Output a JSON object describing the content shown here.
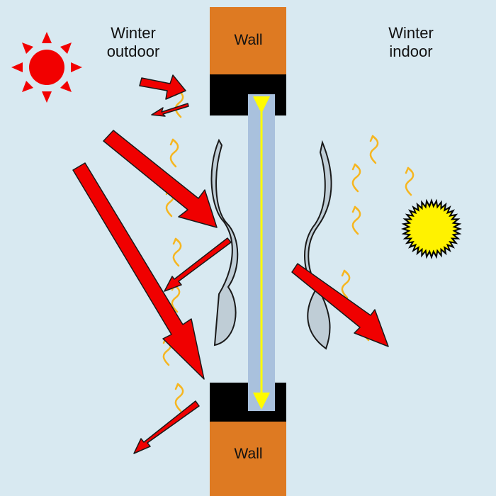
{
  "labels": {
    "outdoor_line1": "Winter",
    "outdoor_line2": "outdoor",
    "indoor_line1": "Winter",
    "indoor_line2": "indoor"
  },
  "walls": {
    "top": "Wall",
    "bottom": "Wall"
  },
  "icons": {
    "outdoor_sun": "sun-icon",
    "indoor_heater": "sun-icon"
  },
  "colors": {
    "background": "#d8e9f1",
    "wall": "#de7a22",
    "frame": "#000000",
    "glass": "#a9c1dd",
    "heat_arrow": "#f00000",
    "heat_wave": "#f6b620",
    "glass_arrow": "#fffb00",
    "outdoor_sun": "#f20000",
    "indoor_sun": "#fff200"
  }
}
